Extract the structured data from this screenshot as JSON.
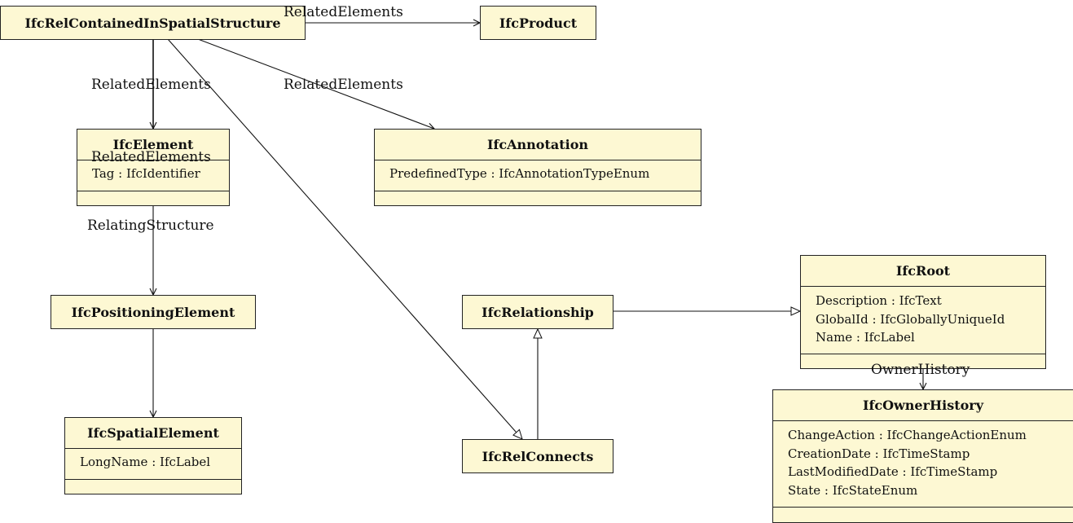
{
  "classes": {
    "relcontained": {
      "name": "IfcRelContainedInSpatialStructure"
    },
    "product": {
      "name": "IfcProduct"
    },
    "element": {
      "name": "IfcElement",
      "attributes": [
        "Tag : IfcIdentifier"
      ]
    },
    "annotation": {
      "name": "IfcAnnotation",
      "attributes": [
        "PredefinedType : IfcAnnotationTypeEnum"
      ]
    },
    "positioning": {
      "name": "IfcPositioningElement"
    },
    "spatial": {
      "name": "IfcSpatialElement",
      "attributes": [
        "LongName : IfcLabel"
      ]
    },
    "relationship": {
      "name": "IfcRelationship"
    },
    "relconnects": {
      "name": "IfcRelConnects"
    },
    "root": {
      "name": "IfcRoot",
      "attributes": [
        "Description : IfcText",
        "GlobalId : IfcGloballyUniqueId",
        "Name : IfcLabel"
      ]
    },
    "ownerhistory": {
      "name": "IfcOwnerHistory",
      "attributes": [
        "ChangeAction : IfcChangeActionEnum",
        "CreationDate : IfcTimeStamp",
        "LastModifiedDate : IfcTimeStamp",
        "State : IfcStateEnum"
      ]
    }
  },
  "labels": {
    "related_product": "RelatedElements",
    "related_element": "RelatedElements",
    "related_annotation": "RelatedElements",
    "related_element_dup": "RelatedElements",
    "relating_structure": "RelatingStructure",
    "owner_history": "OwnerHistory"
  }
}
